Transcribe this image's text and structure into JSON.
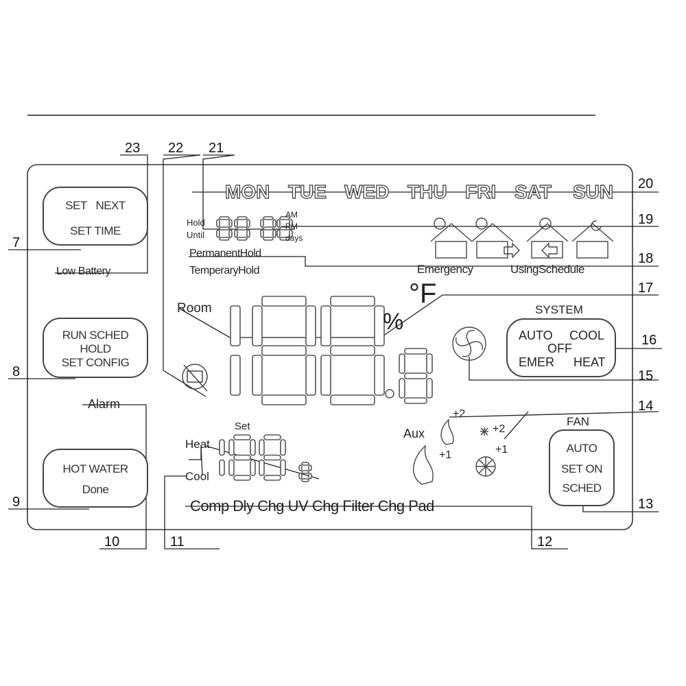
{
  "days": [
    "MON",
    "TUE",
    "WED",
    "THU",
    "FRI",
    "SAT",
    "SUN"
  ],
  "hold": {
    "hold_label": "Hold",
    "until_label": "Until",
    "am": "AM",
    "pm": "PM",
    "days": "days"
  },
  "hold_modes": {
    "permanent": "PermanentHold",
    "temporary": "TemperaryHold"
  },
  "schedule_labels": {
    "emergency": "Emergency",
    "using_schedule": "UsingSchedule"
  },
  "buttons": {
    "set_next": {
      "line1a": "SET",
      "line1b": "NEXT",
      "line2": "SET TIME"
    },
    "run_sched": {
      "line1": "RUN SCHED",
      "line2": "HOLD",
      "line3": "SET CONFIG"
    },
    "hot_water": {
      "line1": "HOT WATER",
      "line2": "Done"
    },
    "fan": {
      "title": "FAN",
      "line1": "AUTO",
      "line2": "SET ON",
      "line3": "SCHED"
    },
    "system": {
      "title": "SYSTEM",
      "auto": "AUTO",
      "cool": "COOL",
      "off": "OFF",
      "emer": "EMER",
      "heat": "HEAT"
    }
  },
  "status": {
    "low_battery": "Low Battery",
    "alarm": "Alarm",
    "room": "Room",
    "percent": "%",
    "degree_f": "°F"
  },
  "setpoint": {
    "set": "Set",
    "heat": "Heat",
    "cool": "Cool"
  },
  "aux": {
    "aux": "Aux",
    "plus2_flame": "+2",
    "plus1_flame": "+1",
    "plus2_snow": "+2",
    "plus1_snow": "+1"
  },
  "bottom_row": "Comp Dly  Chg UV  Chg Filter Chg Pad",
  "callouts": [
    "7",
    "8",
    "9",
    "10",
    "11",
    "12",
    "13",
    "14",
    "15",
    "16",
    "17",
    "18",
    "19",
    "20",
    "21",
    "22",
    "23"
  ]
}
